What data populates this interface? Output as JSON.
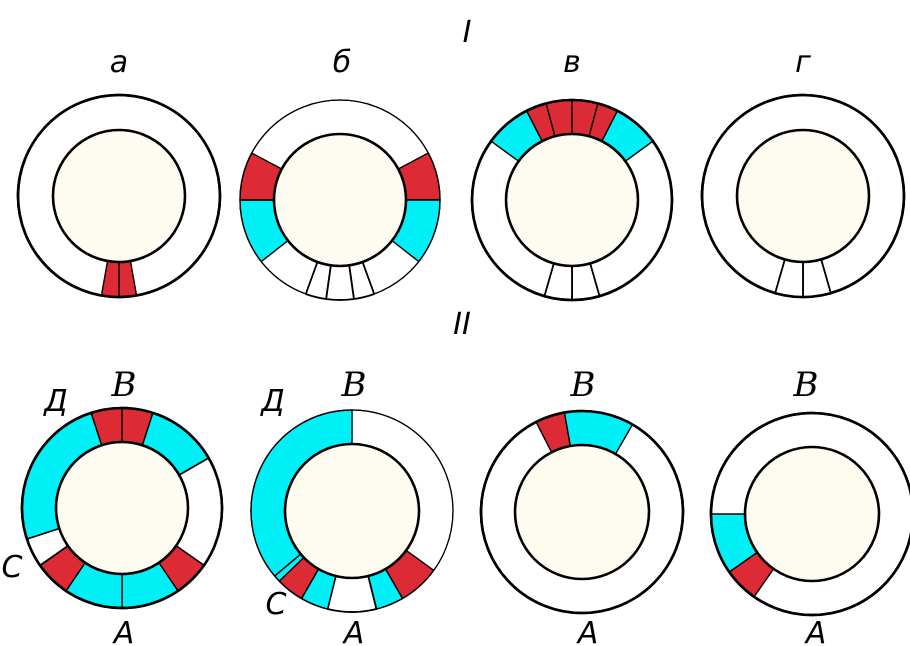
{
  "row_labels": {
    "row1": "I",
    "row2": "II"
  },
  "column_labels": [
    "а",
    "б",
    "в",
    "г"
  ],
  "colors": {
    "red": "#dc2b34",
    "cyan": "#00f0f8",
    "inner_fill": "#fefcf0",
    "stroke": "#000000",
    "ring_fill": "#ffffff"
  },
  "row2_labels": {
    "c1": {
      "top": "В",
      "bottom": "А",
      "left_top": "Д",
      "left_bottom": "С"
    },
    "c2": {
      "top": "В",
      "bottom": "А",
      "left_top": "Д",
      "left_bottom": "С"
    },
    "c3": {
      "top": "В",
      "bottom": "А"
    },
    "c4": {
      "top": "В",
      "bottom": "А"
    }
  },
  "diagrams": [
    {
      "id": "r1c1",
      "outline": "full",
      "segments": [
        {
          "from": 170,
          "to": 180,
          "fill": "red"
        },
        {
          "from": 180,
          "to": 190,
          "fill": "red"
        }
      ]
    },
    {
      "id": "r1c2",
      "outline": "thin",
      "segments": [
        {
          "from": 160,
          "to": 172,
          "fill": "white"
        },
        {
          "from": 172,
          "to": 188,
          "fill": "white"
        },
        {
          "from": 188,
          "to": 200,
          "fill": "white"
        },
        {
          "from": 62,
          "to": 90,
          "fill": "red"
        },
        {
          "from": 90,
          "to": 128,
          "fill": "cyan"
        },
        {
          "from": 232,
          "to": 270,
          "fill": "cyan"
        },
        {
          "from": 270,
          "to": 298,
          "fill": "red"
        }
      ]
    },
    {
      "id": "r1c3",
      "outline": "full",
      "segments": [
        {
          "from": 333,
          "to": 345,
          "fill": "red"
        },
        {
          "from": 345,
          "to": 0,
          "fill": "red"
        },
        {
          "from": 0,
          "to": 15,
          "fill": "red"
        },
        {
          "from": 15,
          "to": 27,
          "fill": "red"
        },
        {
          "from": 27,
          "to": 54,
          "fill": "cyan"
        },
        {
          "from": 306,
          "to": 333,
          "fill": "cyan"
        },
        {
          "from": 164,
          "to": 180,
          "fill": "white"
        },
        {
          "from": 180,
          "to": 196,
          "fill": "white"
        }
      ]
    },
    {
      "id": "r1c4",
      "outline": "full",
      "segments": [
        {
          "from": 164,
          "to": 180,
          "fill": "white"
        },
        {
          "from": 180,
          "to": 196,
          "fill": "white"
        }
      ]
    },
    {
      "id": "r2c1",
      "outline": "full",
      "segments": [
        {
          "from": 342,
          "to": 0,
          "fill": "red"
        },
        {
          "from": 0,
          "to": 18,
          "fill": "red"
        },
        {
          "from": 18,
          "to": 60,
          "fill": "cyan"
        },
        {
          "from": 60,
          "to": 125,
          "fill": "white"
        },
        {
          "from": 125,
          "to": 146,
          "fill": "red"
        },
        {
          "from": 146,
          "to": 180,
          "fill": "cyan"
        },
        {
          "from": 180,
          "to": 214,
          "fill": "cyan"
        },
        {
          "from": 214,
          "to": 235,
          "fill": "red"
        },
        {
          "from": 235,
          "to": 252,
          "fill": "white"
        },
        {
          "from": 252,
          "to": 342,
          "fill": "cyan"
        }
      ]
    },
    {
      "id": "r2c2",
      "outline": "thin",
      "segments": [
        {
          "from": 196,
          "to": 230,
          "fill": "cyan"
        },
        {
          "from": 230,
          "to": 360,
          "fill": "cyan"
        },
        {
          "from": 126,
          "to": 150,
          "fill": "red"
        },
        {
          "from": 150,
          "to": 166,
          "fill": "cyan"
        },
        {
          "from": 166,
          "to": 194,
          "fill": "white"
        },
        {
          "from": 194,
          "to": 210,
          "fill": "cyan"
        },
        {
          "from": 210,
          "to": 226,
          "fill": "red"
        }
      ]
    },
    {
      "id": "r2c3",
      "outline": "full",
      "segments": [
        {
          "from": 333,
          "to": 350,
          "fill": "red"
        },
        {
          "from": 350,
          "to": 30,
          "fill": "cyan"
        }
      ]
    },
    {
      "id": "r2c4",
      "outline": "full",
      "segments": [
        {
          "from": 215,
          "to": 235,
          "fill": "red"
        },
        {
          "from": 235,
          "to": 270,
          "fill": "cyan"
        }
      ]
    }
  ]
}
